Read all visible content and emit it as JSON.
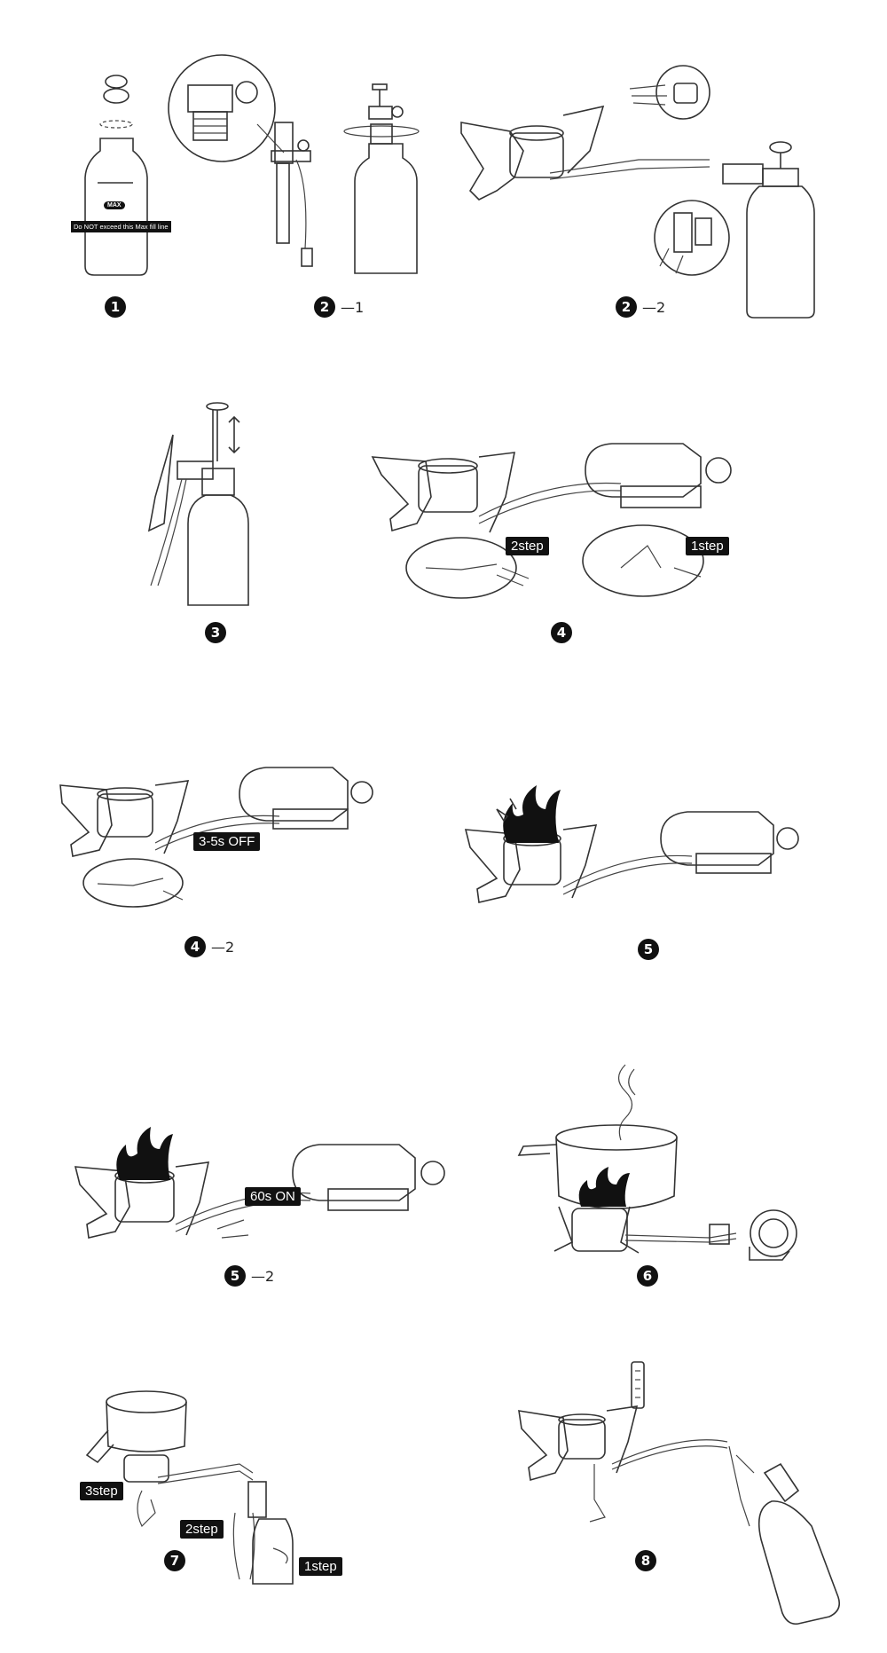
{
  "steps": {
    "s1": {
      "num": "1",
      "suffix": "",
      "warning": "Do NOT exceed this Max fill line",
      "max_label": "MAX"
    },
    "s2_1": {
      "num": "2",
      "suffix": "—1"
    },
    "s2_2": {
      "num": "2",
      "suffix": "—2"
    },
    "s3": {
      "num": "3",
      "suffix": ""
    },
    "s4": {
      "num": "4",
      "suffix": "",
      "tags": [
        "2step",
        "1step"
      ]
    },
    "s4_2": {
      "num": "4",
      "suffix": "—2",
      "tag": "3-5s OFF"
    },
    "s5": {
      "num": "5",
      "suffix": ""
    },
    "s5_2": {
      "num": "5",
      "suffix": "—2",
      "tag": "60s ON"
    },
    "s6": {
      "num": "6",
      "suffix": ""
    },
    "s7": {
      "num": "7",
      "suffix": "",
      "tags": [
        "3step",
        "2step",
        "1step"
      ]
    },
    "s8": {
      "num": "8",
      "suffix": ""
    }
  },
  "colors": {
    "ink": "#111111",
    "line": "#333333",
    "background": "#ffffff"
  },
  "icons": [
    "fuel-bottle-icon",
    "pump-icon",
    "stove-icon",
    "hand-icon",
    "flame-icon",
    "pot-icon",
    "thermometer-icon",
    "gas-canister-icon",
    "lighter-icon"
  ]
}
